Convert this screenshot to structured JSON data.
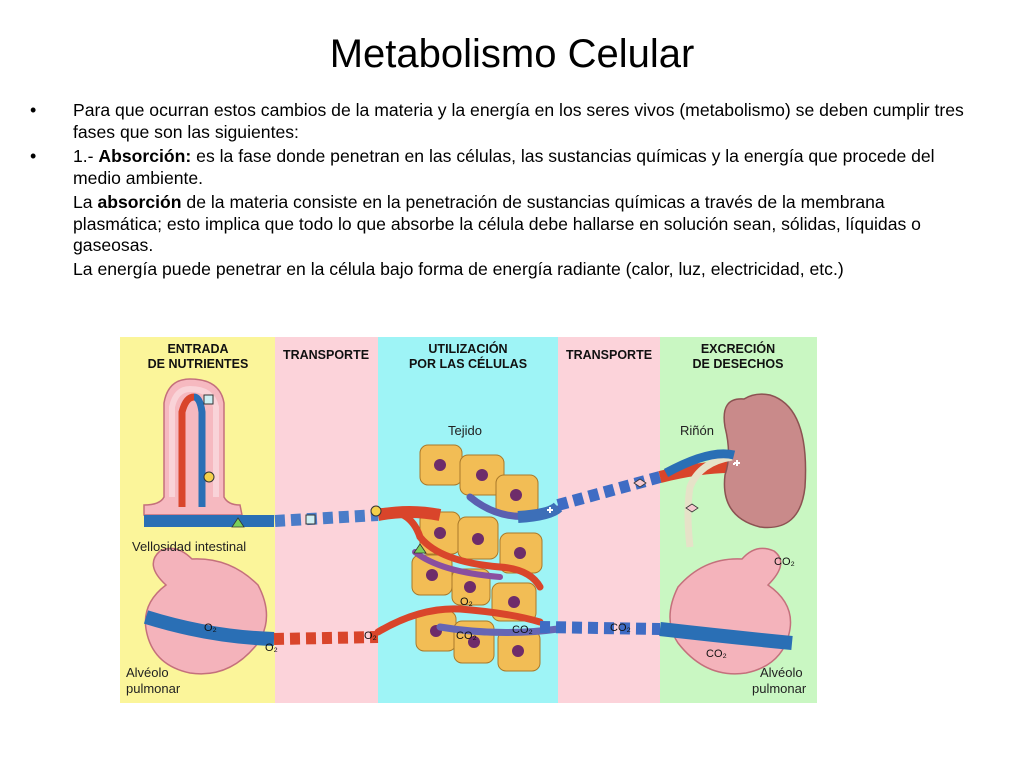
{
  "slide": {
    "title": "Metabolismo Celular",
    "bullets": [
      {
        "symbol": "•",
        "text": "Para que ocurran estos cambios de la materia y la energía en los seres vivos (metabolismo) se deben cumplir tres fases que son las siguientes:"
      },
      {
        "symbol": "•",
        "prefix": "1.- ",
        "bold": "Absorción:",
        "text": " es la fase donde penetran en las células, las sustancias químicas y la energía que procede del medio ambiente."
      }
    ],
    "subparagraphs": [
      {
        "prefix": "La ",
        "bold": "absorción",
        "text": " de la materia consiste en la penetración de sustancias químicas a través de la membrana plasmática; esto implica que todo lo que absorbe la célula debe hallarse en solución sean, sólidas, líquidas o gaseosas."
      },
      {
        "text": "La energía puede penetrar en la célula bajo forma de energía radiante (calor, luz, electricidad, etc.)"
      }
    ]
  },
  "diagram": {
    "columns": [
      {
        "line1": "ENTRADA",
        "line2": "DE NUTRIENTES",
        "color": "#fbf59a"
      },
      {
        "line1": "TRANSPORTE",
        "line2": "",
        "color": "#fcd3da"
      },
      {
        "line1": "UTILIZACIÓN",
        "line2": "POR LAS CÉLULAS",
        "color": "#9ef4f6"
      },
      {
        "line1": "TRANSPORTE",
        "line2": "",
        "color": "#fcd3da"
      },
      {
        "line1": "EXCRECIÓN",
        "line2": "DE DESECHOS",
        "color": "#c9f7c2"
      }
    ],
    "labels": {
      "tejido": "Tejido",
      "rinon": "Riñón",
      "vellosidad": "Vellosidad intestinal",
      "alveolo_left_1": "Alvéolo",
      "alveolo_left_2": "pulmonar",
      "alveolo_right_1": "Alvéolo",
      "alveolo_right_2": "pulmonar"
    },
    "gases": {
      "o2": "O₂",
      "co2": "CO₂"
    },
    "colors": {
      "artery": "#d9452b",
      "vein": "#2a6fb5",
      "cell": "#f2bd55",
      "nucleus": "#6e2c6a",
      "organ": "#f4b3bb"
    }
  }
}
